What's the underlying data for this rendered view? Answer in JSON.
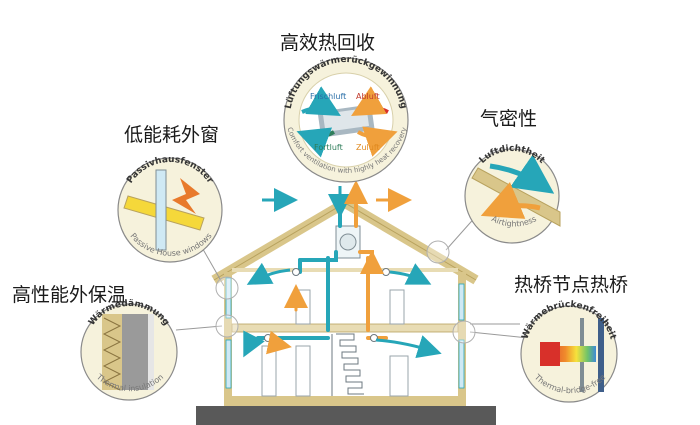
{
  "features": {
    "heat_recovery": {
      "title": "高效热回收",
      "ring_text": "Lüftungswärmerückgewinnung",
      "ring_text_bottom": "Comfort ventilation with highly heat recovery",
      "labels": [
        "Frischluft",
        "Abluft",
        "Fortluft",
        "Zuluft"
      ]
    },
    "airtight": {
      "title": "气密性",
      "ring_text": "Luftdichtheit",
      "ring_text_bottom": "Airtightness"
    },
    "windows": {
      "title": "低能耗外窗",
      "ring_text": "Passivhausfenster",
      "ring_text_bottom": "Passive House windows"
    },
    "insulation": {
      "title": "高性能外保温",
      "ring_text": "Wärmedämmung",
      "ring_text_bottom": "Thermal insulation"
    },
    "thermal_bridge": {
      "title": "热桥节点热桥",
      "ring_text": "Wärmebrückenfreiheit",
      "ring_text_bottom": "Thermal-bridge-free"
    }
  },
  "colors": {
    "wall": "#d9c68a",
    "wall_dark": "#b8a25e",
    "duct": "#26a6b8",
    "warm_arrow": "#f0a03c",
    "circle_fill": "#f6f2dc",
    "ground": "#595959",
    "window_glass": "#cfe9f4"
  }
}
